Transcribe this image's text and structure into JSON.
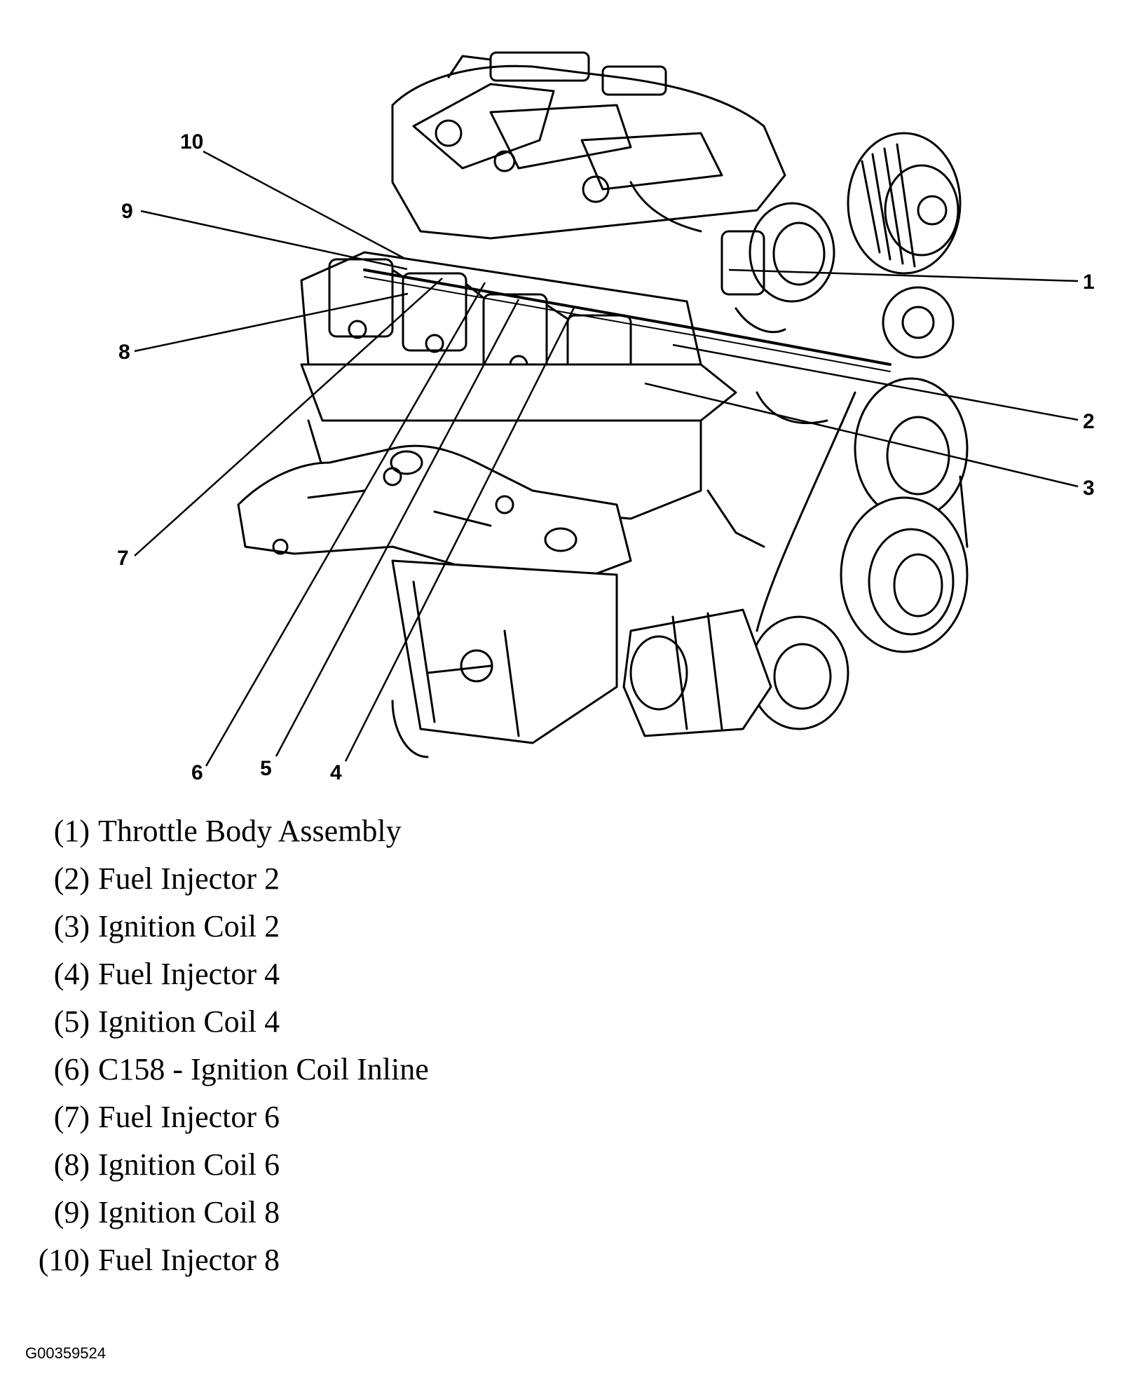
{
  "callouts": [
    "1",
    "2",
    "3",
    "4",
    "5",
    "6",
    "7",
    "8",
    "9",
    "10"
  ],
  "legend": [
    {
      "num": "(1)",
      "label": "Throttle Body Assembly"
    },
    {
      "num": "(2)",
      "label": "Fuel Injector 2"
    },
    {
      "num": "(3)",
      "label": "Ignition Coil 2"
    },
    {
      "num": "(4)",
      "label": "Fuel Injector 4"
    },
    {
      "num": "(5)",
      "label": "Ignition Coil 4"
    },
    {
      "num": "(6)",
      "label": "C158 - Ignition Coil Inline"
    },
    {
      "num": "(7)",
      "label": "Fuel Injector 6"
    },
    {
      "num": "(8)",
      "label": "Ignition Coil 6"
    },
    {
      "num": "(9)",
      "label": "Ignition Coil 8"
    },
    {
      "num": "(10)",
      "label": "Fuel Injector 8"
    }
  ],
  "figure_id": "G00359524",
  "icons": [
    "engine-illustration"
  ],
  "colors": {
    "ink": "#000000",
    "background": "#ffffff"
  }
}
